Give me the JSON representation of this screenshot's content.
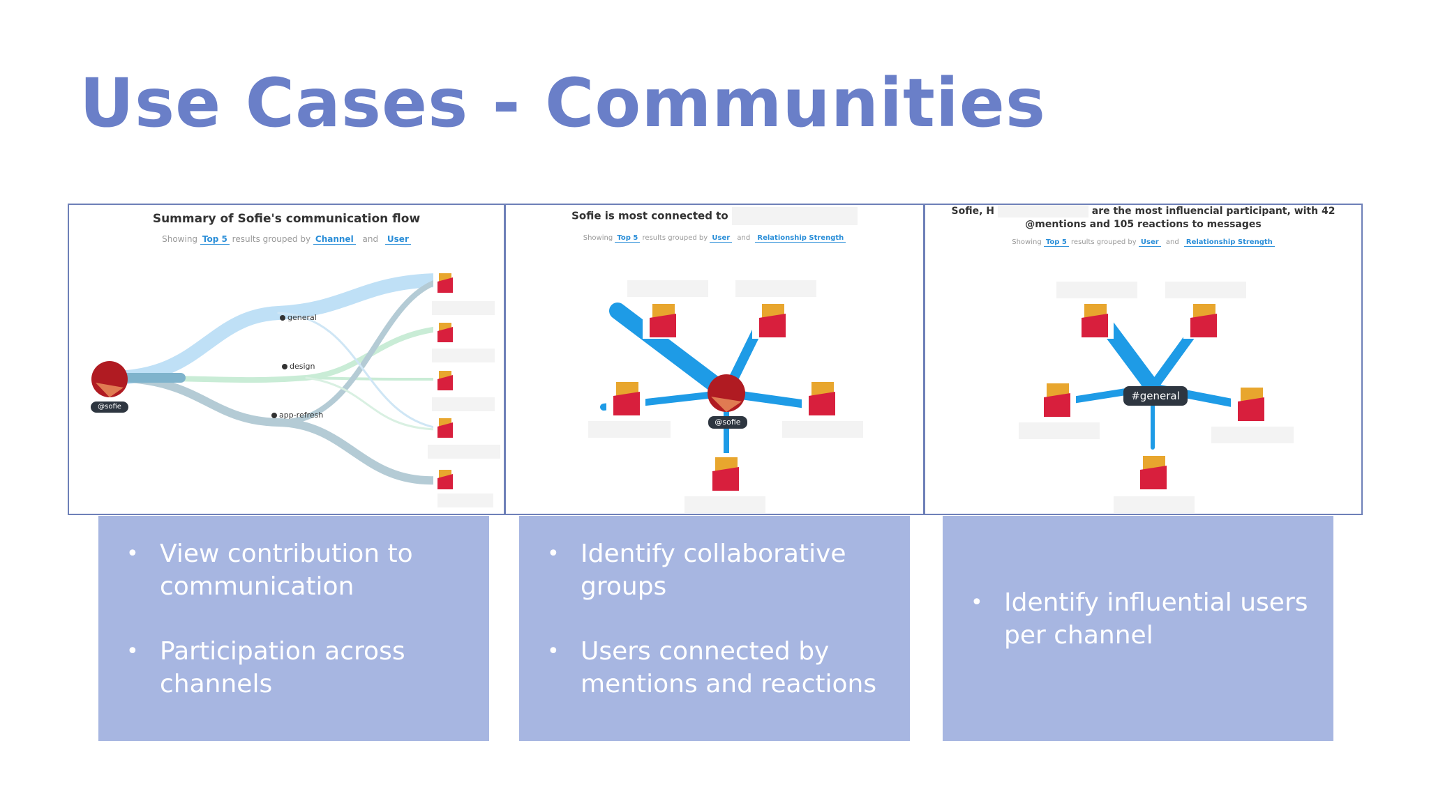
{
  "slide": {
    "title": "Use Cases - Communities"
  },
  "panel1": {
    "title": "Summary of Sofie's communication flow",
    "sub_showing": "Showing",
    "sub_top": "Top 5",
    "sub_grouped": "results grouped by",
    "sub_channel": "Channel",
    "sub_and": "and",
    "sub_user": "User",
    "channels": [
      "general",
      "design",
      "app-refresh"
    ],
    "center_user": "@sofie",
    "colors": {
      "general": "#bfe0f6",
      "design": "#c9ecd6",
      "app_refresh": "#b4cbd5"
    }
  },
  "panel2": {
    "title": "Sofie is most connected to",
    "sub_showing": "Showing",
    "sub_top": "Top 5",
    "sub_grouped": "results grouped by",
    "sub_user": "User",
    "sub_and": "and",
    "sub_strength": "Relationship Strength",
    "center_user": "@sofie"
  },
  "panel3": {
    "title_start": "Sofie, H",
    "title_end": "are the most influencial participant, with 42",
    "title_line2": "@mentions and 105 reactions to messages",
    "sub_showing": "Showing",
    "sub_top": "Top 5",
    "sub_grouped": "results grouped by",
    "sub_user": "User",
    "sub_and": "and",
    "sub_strength": "Relationship Strength",
    "center_channel": "#general"
  },
  "bullets": {
    "box1": [
      "View contribution to communication",
      "Participation across channels"
    ],
    "box2": [
      "Identify collaborative groups",
      "Users connected by mentions and reactions"
    ],
    "box3": [
      "Identify influential users per channel"
    ]
  },
  "theme": {
    "title_color": "#6a7fc8",
    "box_color": "#a7b6e1",
    "link_color": "#2a8ed8",
    "edge_color": "#1e9be6"
  }
}
